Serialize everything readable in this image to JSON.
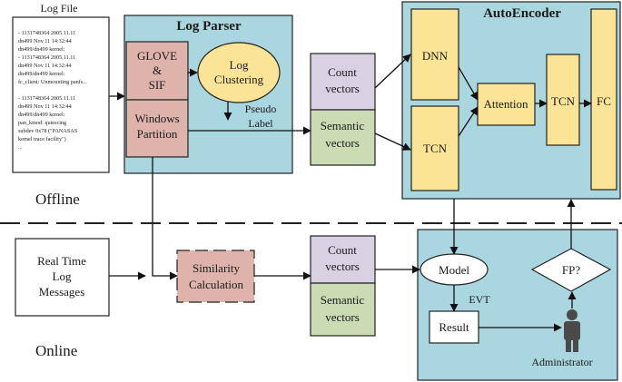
{
  "log_file": {
    "label": "Log File",
    "lines": [
      "- 1131748364 2005.11.11",
      "dn499 Nov 11 14:32:44",
      "dn499/dn499 kernel:",
      "- 1131748364 2005.11.11",
      "dn499 Nov 11 14:32:44",
      "dn499/dn499 kernel:",
      "fc_client: Unmounting panfs...",
      "",
      "- 1131748364 2005.11.11",
      "dn499 Nov 11 14:32:44",
      "dn499/dn499 kernel:",
      "pan_kmod: quiescing",
      "subdev 0x78 (\"PANASAS",
      "kernel trace facility\")",
      "..."
    ]
  },
  "log_parser": {
    "title": "Log Parser",
    "glove": [
      "GLOVE",
      "&",
      "SIF"
    ],
    "windows": [
      "Windows",
      "Partition"
    ],
    "clustering": [
      "Log",
      "Clustering"
    ],
    "pseudo_label": [
      "Pseudo",
      "Label"
    ]
  },
  "offline_vectors": {
    "count": [
      "Count",
      "vectors"
    ],
    "semantic": [
      "Semantic",
      "vectors"
    ]
  },
  "autoencoder": {
    "title": "AutoEncoder",
    "dnn": "DNN",
    "tcn_left": "TCN",
    "attention": "Attention",
    "tcn_right": "TCN",
    "fc": "FC"
  },
  "phases": {
    "offline": "Offline",
    "online": "Online"
  },
  "realtime": [
    "Real Time",
    "Log",
    "Messages"
  ],
  "similarity": [
    "Similarity",
    "Calculation"
  ],
  "online_vectors": {
    "count": [
      "Count",
      "vectors"
    ],
    "semantic": [
      "Semantic",
      "vectors"
    ]
  },
  "online_model": {
    "model": "Model",
    "evt": "EVT",
    "result": "Result",
    "fp": "FP?",
    "administrator": "Administrator"
  },
  "colors": {
    "teal_panel": "#a9d6df",
    "pink_box": "#deb3ab",
    "yellow": "#fbe496",
    "lavender": "#d8d1e2",
    "green": "#cbdcb4",
    "person": "#4a4a4a"
  }
}
